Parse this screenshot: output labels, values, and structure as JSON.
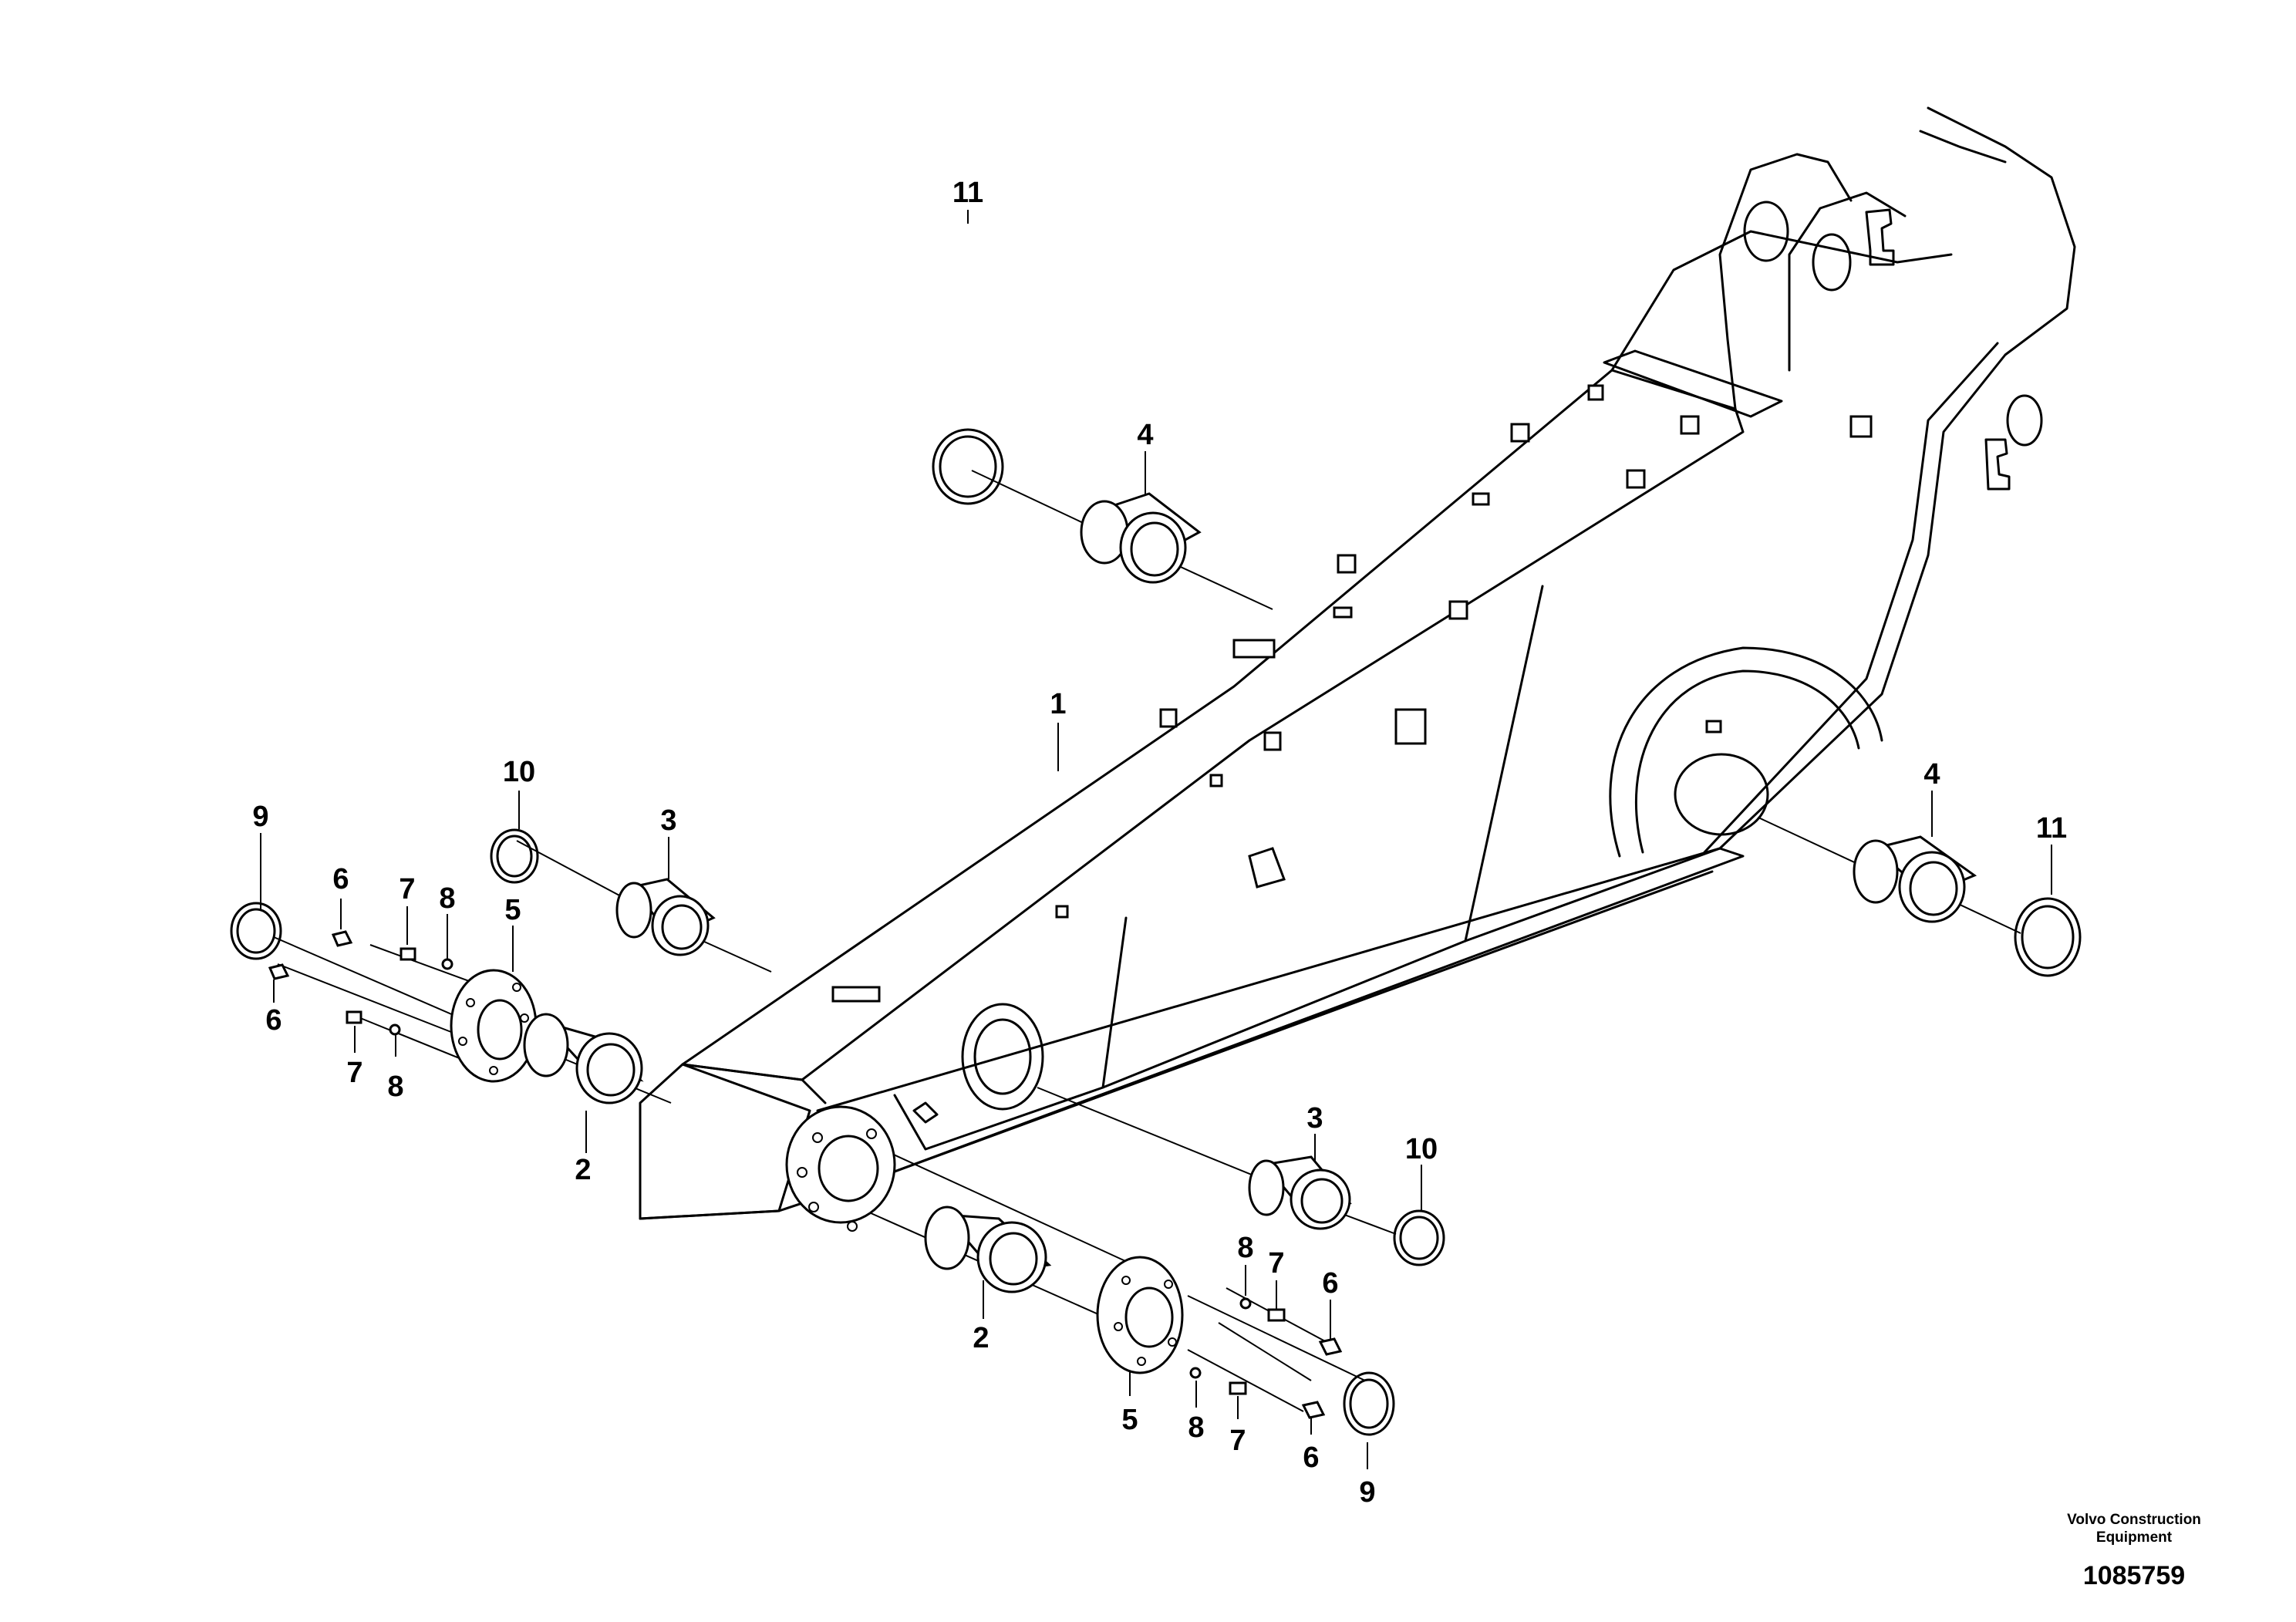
{
  "callouts": {
    "c1": "1",
    "c2a": "2",
    "c2b": "2",
    "c3a": "3",
    "c3b": "3",
    "c4a": "4",
    "c4b": "4",
    "c5a": "5",
    "c5b": "5",
    "c6a": "6",
    "c6b": "6",
    "c6c": "6",
    "c6d": "6",
    "c7a": "7",
    "c7b": "7",
    "c7c": "7",
    "c7d": "7",
    "c8a": "8",
    "c8b": "8",
    "c8c": "8",
    "c8d": "8",
    "c9a": "9",
    "c9b": "9",
    "c10a": "10",
    "c10b": "10",
    "c11a": "11",
    "c11b": "11"
  },
  "footer": {
    "brand_line1": "Volvo Construction",
    "brand_line2": "Equipment",
    "drawing_number": "1085759"
  }
}
